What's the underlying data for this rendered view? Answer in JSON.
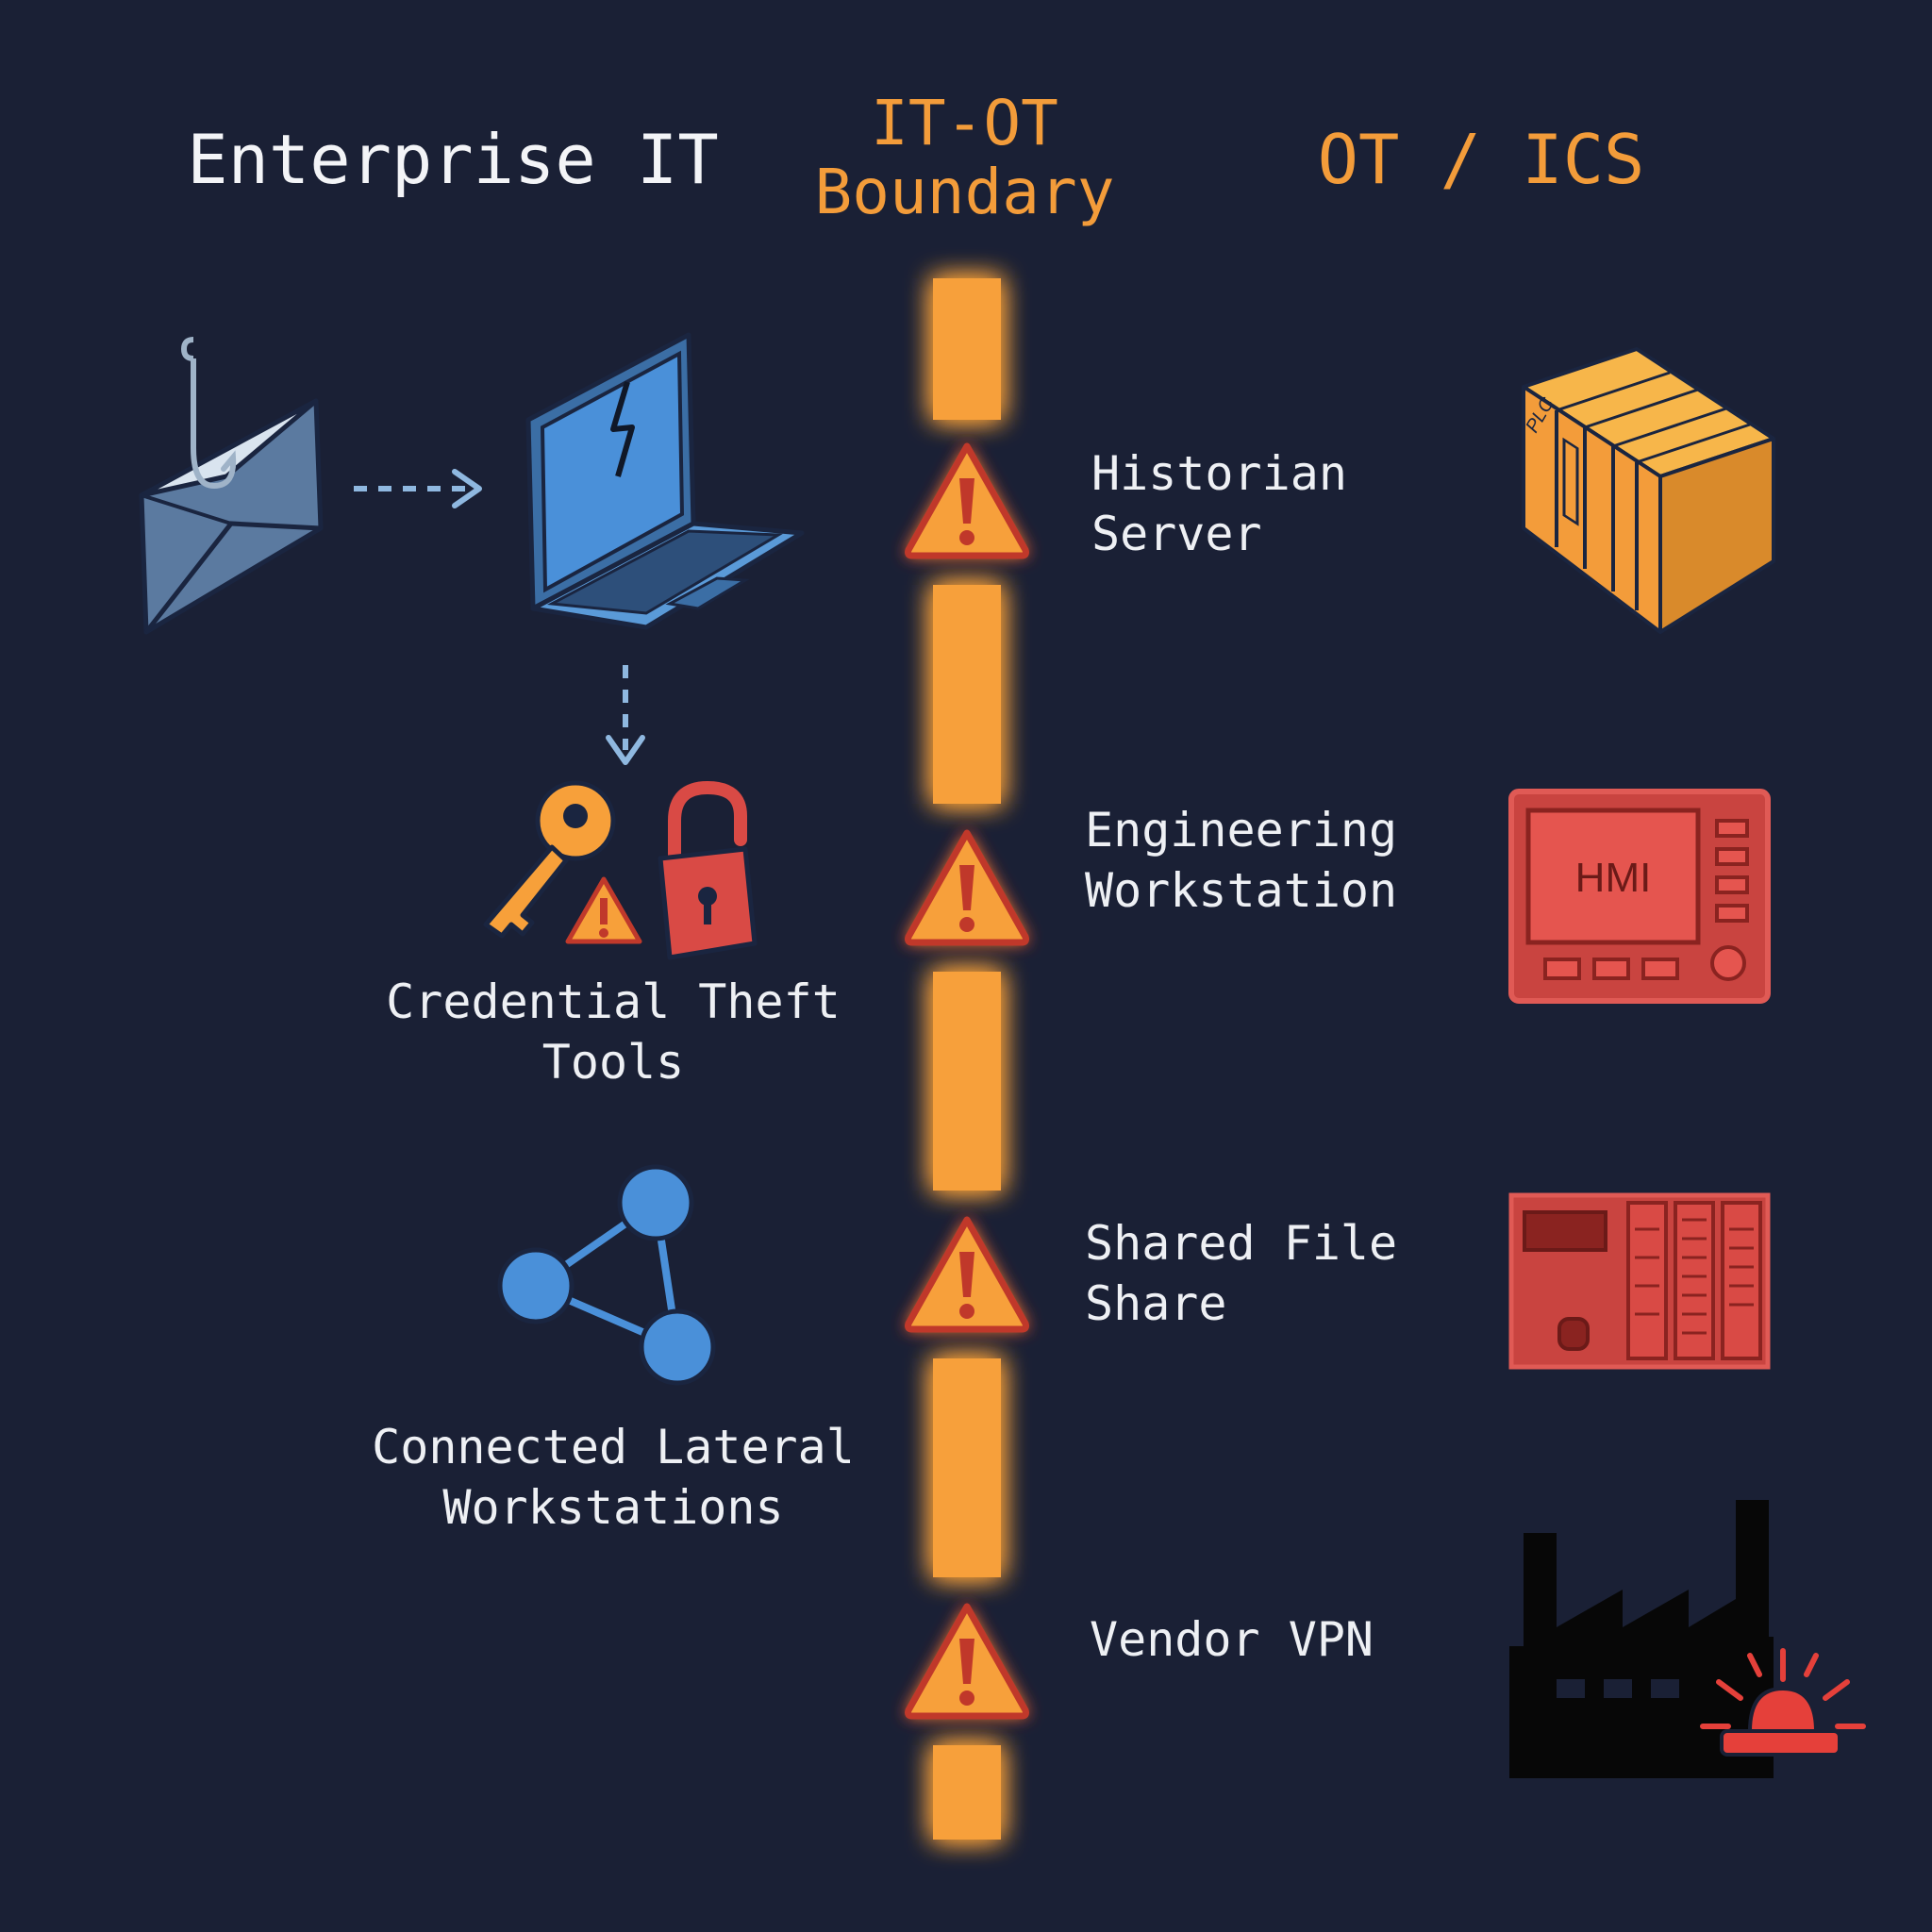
{
  "headings": {
    "enterprise_it": "Enterprise IT",
    "boundary_line1": "IT-OT",
    "boundary_line2": "Boundary",
    "ot_ics": "OT / ICS"
  },
  "it_side": {
    "credential_line1": "Credential Theft",
    "credential_line2": "Tools",
    "lateral_line1": "Connected Lateral",
    "lateral_line2": "Workstations"
  },
  "boundary_crossings": {
    "historian_line1": "Historian",
    "historian_line2": "Server",
    "engineering_line1": "Engineering",
    "engineering_line2": "Workstation",
    "shared_line1": "Shared File",
    "shared_line2": "Share",
    "vendor_vpn": "Vendor VPN"
  },
  "ot_assets": {
    "plc_label": "PLC",
    "hmi_label": "HMI"
  },
  "colors": {
    "background": "#1a2035",
    "boundary_orange": "#f7a03a",
    "it_blue": "#4a90d9",
    "ot_red": "#d94a45",
    "warning_red": "#c0392b"
  }
}
